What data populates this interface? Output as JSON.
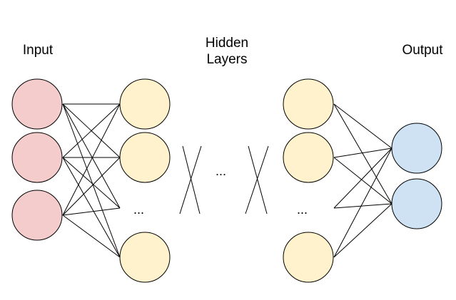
{
  "labels": {
    "input": "Input",
    "hidden_line1": "Hidden",
    "hidden_line2": "Layers",
    "output": "Output"
  },
  "ellipsis": "...",
  "colors": {
    "input_fill": "#f4cccc",
    "hidden_fill": "#fff2cc",
    "output_fill": "#cfe2f3",
    "stroke": "#000000"
  },
  "layers": {
    "input_count": 3,
    "hidden_first_count": 3,
    "hidden_last_count": 3,
    "output_count": 2
  }
}
